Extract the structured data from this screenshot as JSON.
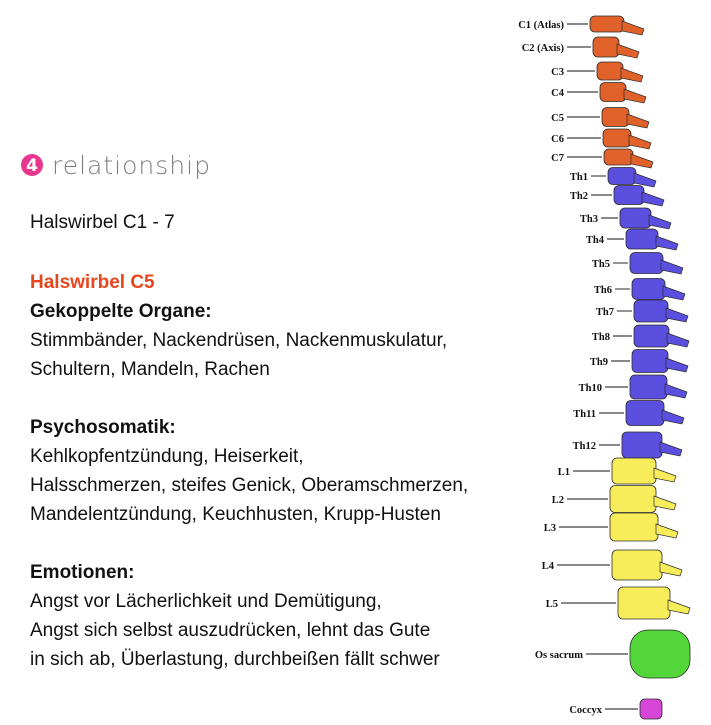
{
  "brand": {
    "number": "4",
    "name": "relationship",
    "accent_color": "#e8368f"
  },
  "title": "Halswirbel C1 - 7",
  "focus": {
    "label": "Halswirbel C5",
    "color": "#e8461c"
  },
  "organs": {
    "heading": "Gekoppelte Organe:",
    "lines": [
      "Stimmbänder, Nackendrüsen, Nackenmuskulatur,",
      "Schultern, Mandeln, Rachen"
    ]
  },
  "psychosomatics": {
    "heading": "Psychosomatik:",
    "lines": [
      "Kehlkopfentzündung, Heiserkeit,",
      "Halsschmerzen, steifes Genick, Oberamschmerzen,",
      "Mandelentzündung, Keuchhusten, Krupp-Husten"
    ]
  },
  "emotions": {
    "heading": "Emotionen:",
    "lines": [
      "Angst vor Lächerlichkeit und Demütigung,",
      "Angst sich selbst auszudrücken, lehnt das Gute",
      "in sich ab, Überlastung, durchbeißen fällt schwer"
    ]
  },
  "spine": {
    "colors": {
      "cervical": "#e0622a",
      "thoracic": "#5b4fe0",
      "lumbar": "#f7ec5a",
      "sacral": "#52d63a",
      "coccyx": "#d746d8"
    },
    "labels": [
      "C1 (Atlas)",
      "C2 (Axis)",
      "C3",
      "C4",
      "C5",
      "C6",
      "C7",
      "Th1",
      "Th2",
      "Th3",
      "Th4",
      "Th5",
      "Th6",
      "Th7",
      "Th8",
      "Th9",
      "Th10",
      "Th11",
      "Th12",
      "L1",
      "L2",
      "L3",
      "L4",
      "L5",
      "Os sacrum",
      "Coccyx"
    ]
  }
}
